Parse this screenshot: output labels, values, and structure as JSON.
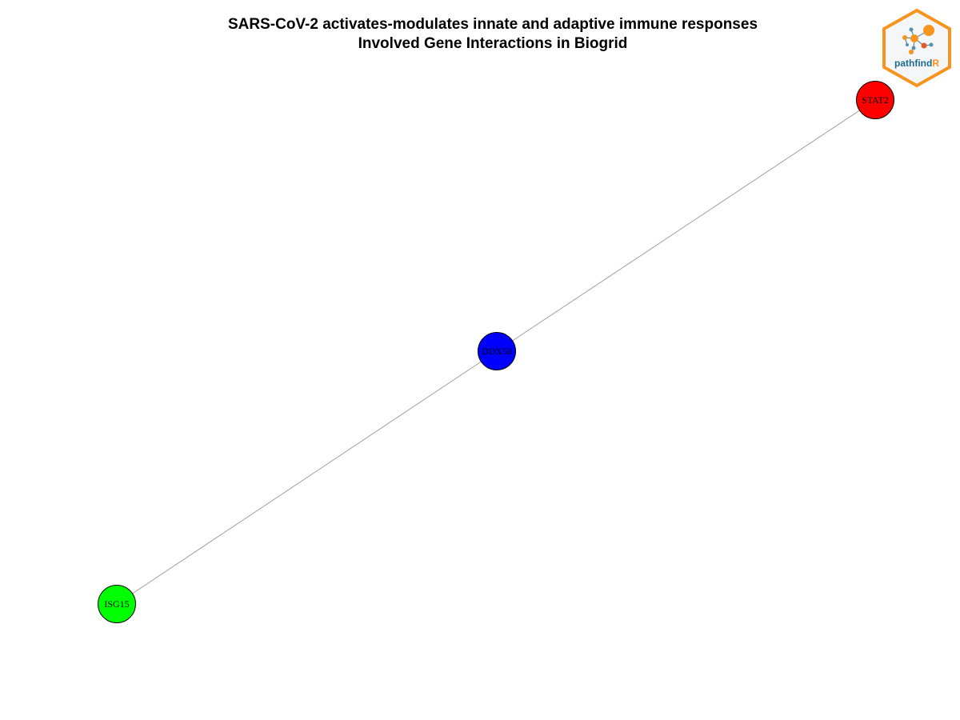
{
  "title": {
    "line1": "SARS-CoV-2 activates-modulates innate and adaptive immune responses",
    "line2": "Involved Gene Interactions in Biogrid"
  },
  "logo": {
    "text_left": "pathfind",
    "text_right": "R",
    "colors": {
      "border": "#F7941D",
      "text": "#1F6A8F"
    }
  },
  "graph": {
    "nodes": [
      {
        "id": "STAT2",
        "label": "STAT2",
        "color": "#FF0000"
      },
      {
        "id": "DDX58",
        "label": "DDX58",
        "color": "#0000FF"
      },
      {
        "id": "ISG15",
        "label": "ISG15",
        "color": "#00FF00"
      }
    ],
    "edges": [
      {
        "source": "STAT2",
        "target": "DDX58"
      },
      {
        "source": "DDX58",
        "target": "ISG15"
      }
    ],
    "edge_color": "#A0A0A0"
  }
}
